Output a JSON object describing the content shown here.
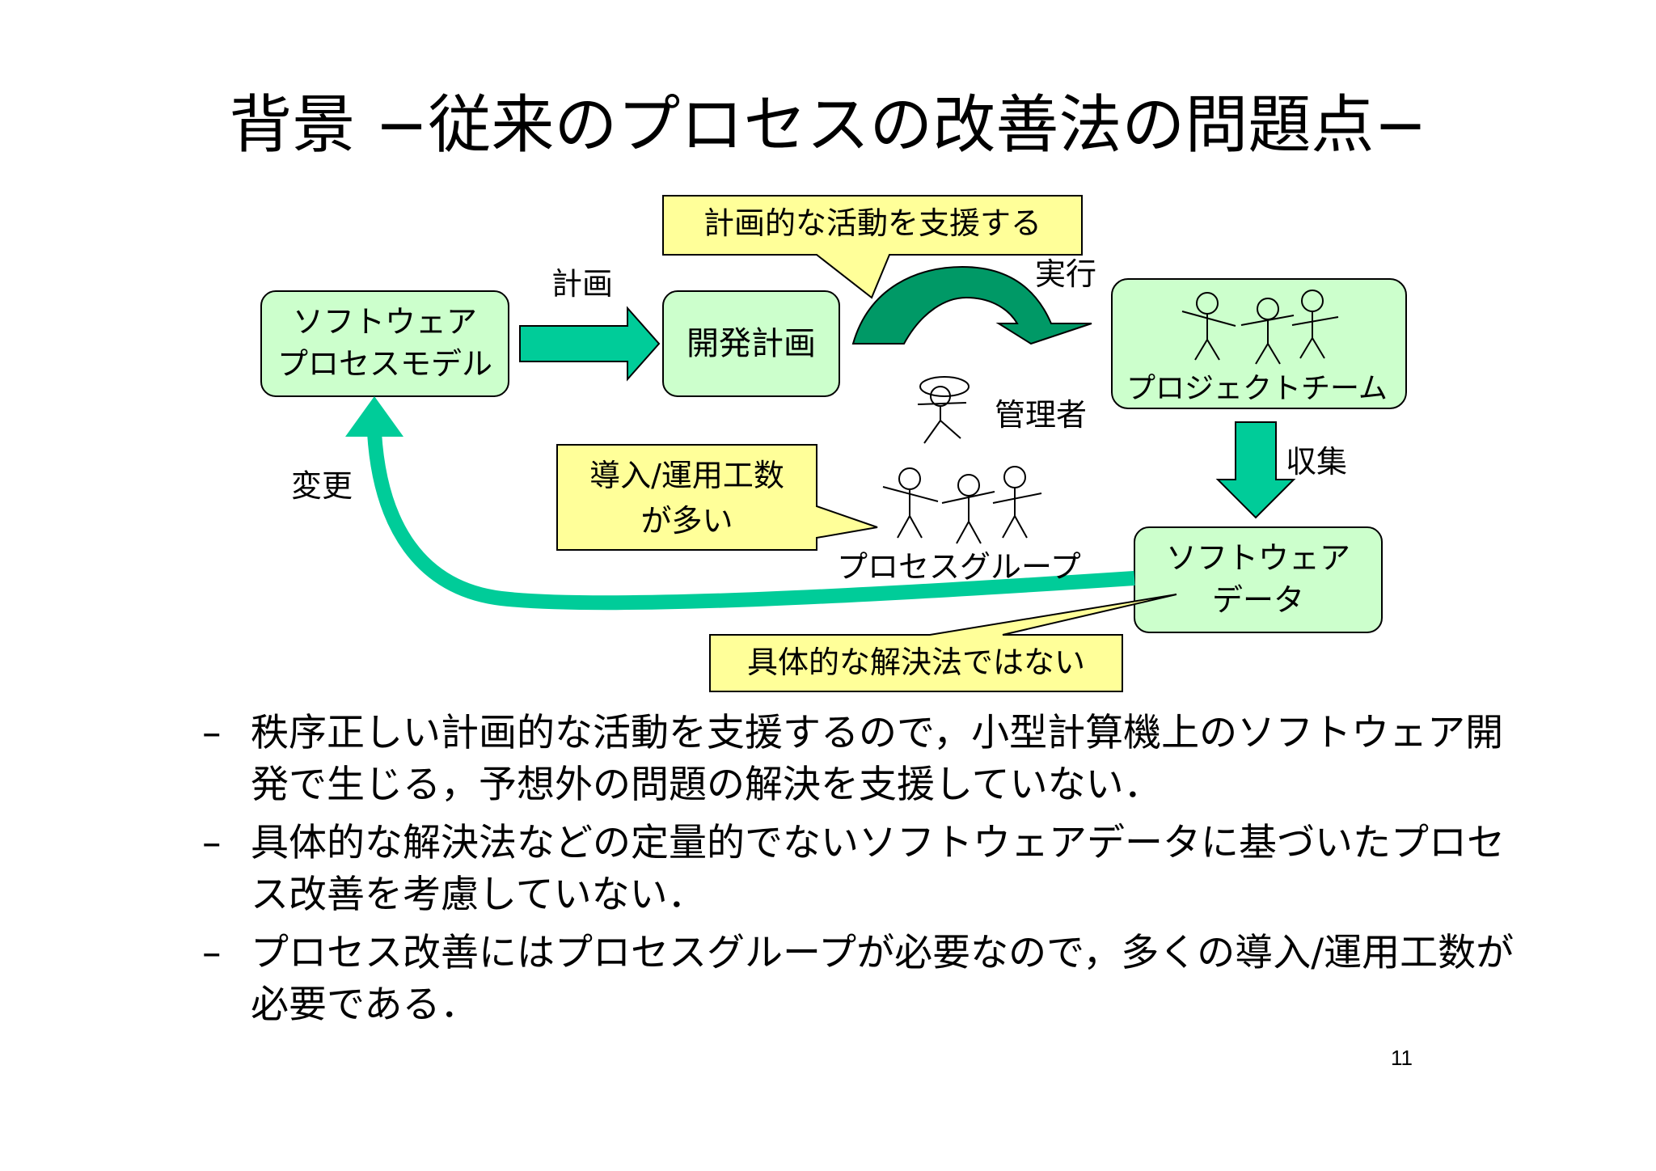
{
  "title": "背景 −従来のプロセスの改善法の問題点−",
  "diagram": {
    "model_box": [
      "ソフトウェア",
      "プロセスモデル"
    ],
    "plan_box": "開発計画",
    "team_box": "プロジェクトチーム",
    "data_box": [
      "ソフトウェア",
      "データ"
    ],
    "label_plan": "計画",
    "label_exec": "実行",
    "label_collect": "収集",
    "label_change": "変更",
    "label_manager": "管理者",
    "label_process_group": "プロセスグループ",
    "callout_support": "計画的な活動を支援する",
    "callout_cost": [
      "導入/運用工数",
      "が多い"
    ],
    "callout_concrete": "具体的な解決法ではない"
  },
  "bullets": [
    {
      "dash": "–",
      "text": "秩序正しい計画的な活動を支援するので，小型計算機上のソフトウェア開発で生じる，予想外の問題の解決を支援していない．"
    },
    {
      "dash": "–",
      "text": "具体的な解決法などの定量的でないソフトウェアデータに基づいたプロセス改善を考慮していない．"
    },
    {
      "dash": "–",
      "text": "プロセス改善にはプロセスグループが必要なので，多くの導入/運用工数が必要である．"
    }
  ],
  "page_number": "11",
  "colors": {
    "box_fill": "#ccffcc",
    "callout_fill": "#ffff99",
    "arrow_teal": "#00cc99",
    "arrow_dark": "#009966"
  }
}
